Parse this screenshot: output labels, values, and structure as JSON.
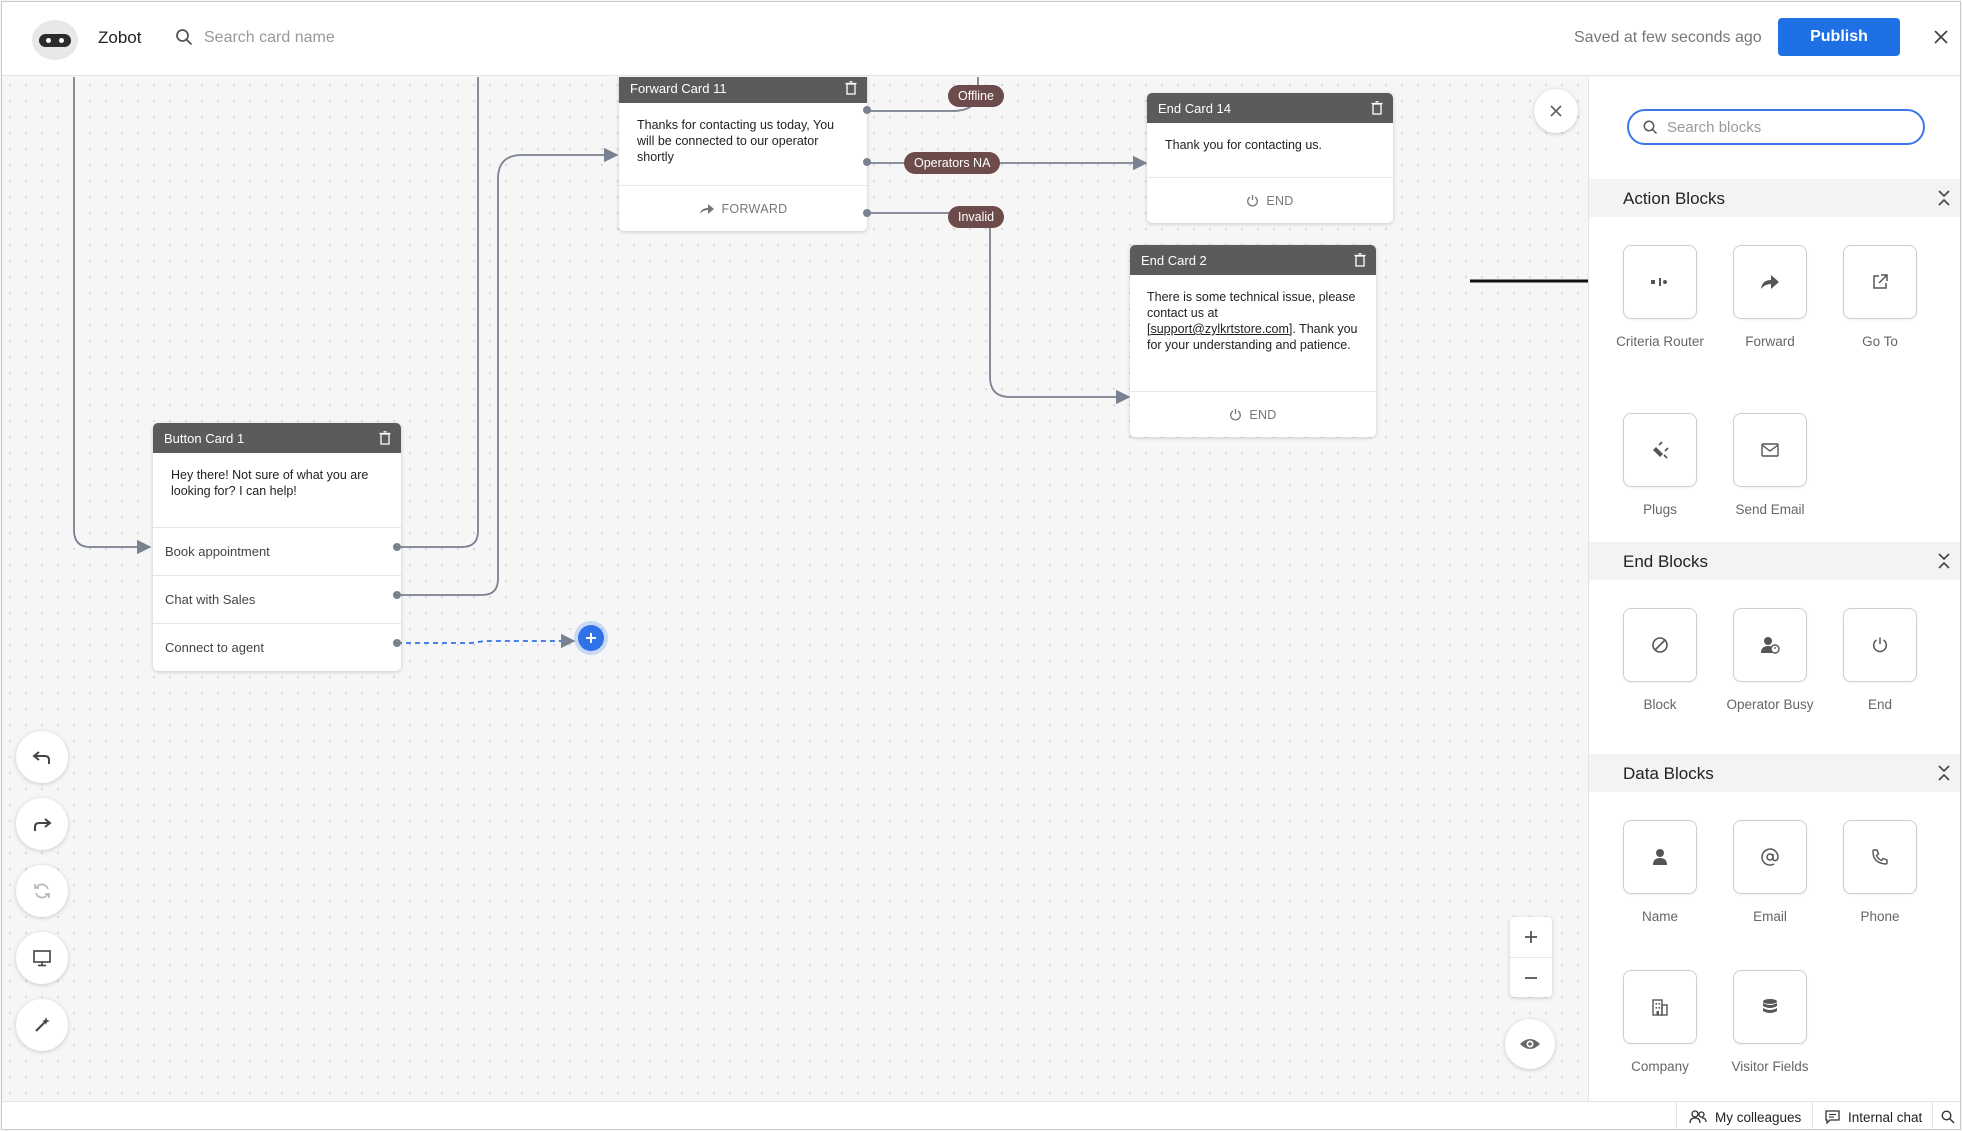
{
  "header": {
    "app_name": "Zobot",
    "search_placeholder": "Search card name",
    "saved_status": "Saved at few seconds ago",
    "publish_label": "Publish"
  },
  "canvas": {
    "cards": {
      "forward11": {
        "title": "Forward Card 11",
        "body": "Thanks for contacting us today, You will be connected to our operator shortly",
        "footer": "FORWARD"
      },
      "end14": {
        "title": "End Card 14",
        "body": "Thank you for contacting us.",
        "footer": "END"
      },
      "end2": {
        "title": "End Card 2",
        "body_pre": "There is some technical issue, please contact us at [",
        "email": "support@zylkrtstore.com",
        "body_post": "]. Thank you for your understanding and patience.",
        "footer": "END"
      },
      "button1": {
        "title": "Button Card 1",
        "body": "Hey there! Not sure of what you are looking for? I can help!",
        "options": [
          "Book appointment",
          "Chat with Sales",
          "Connect to agent"
        ]
      }
    },
    "tags": {
      "offline": "Offline",
      "operators_na": "Operators NA",
      "invalid": "Invalid"
    }
  },
  "panel": {
    "search_placeholder": "Search blocks",
    "sections": [
      {
        "title": "Action Blocks",
        "blocks": [
          {
            "label": "Criteria Router",
            "icon": "criteria-router-icon"
          },
          {
            "label": "Forward",
            "icon": "forward-icon"
          },
          {
            "label": "Go To",
            "icon": "external-link-icon"
          },
          {
            "label": "Plugs",
            "icon": "plug-icon"
          },
          {
            "label": "Send Email",
            "icon": "envelope-icon"
          }
        ]
      },
      {
        "title": "End Blocks",
        "blocks": [
          {
            "label": "Block",
            "icon": "block-icon"
          },
          {
            "label": "Operator Busy",
            "icon": "operator-busy-icon"
          },
          {
            "label": "End",
            "icon": "power-icon"
          }
        ]
      },
      {
        "title": "Data Blocks",
        "blocks": [
          {
            "label": "Name",
            "icon": "person-icon"
          },
          {
            "label": "Email",
            "icon": "at-icon"
          },
          {
            "label": "Phone",
            "icon": "phone-icon"
          },
          {
            "label": "Company",
            "icon": "building-icon"
          },
          {
            "label": "Visitor Fields",
            "icon": "database-icon"
          }
        ]
      }
    ]
  },
  "footer": {
    "colleagues": "My colleagues",
    "internal_chat": "Internal chat"
  },
  "colors": {
    "accent": "#1f6fe5",
    "card_header": "#5b5b5b",
    "tag": "#6e4b4b",
    "connector": "#7a8190"
  }
}
